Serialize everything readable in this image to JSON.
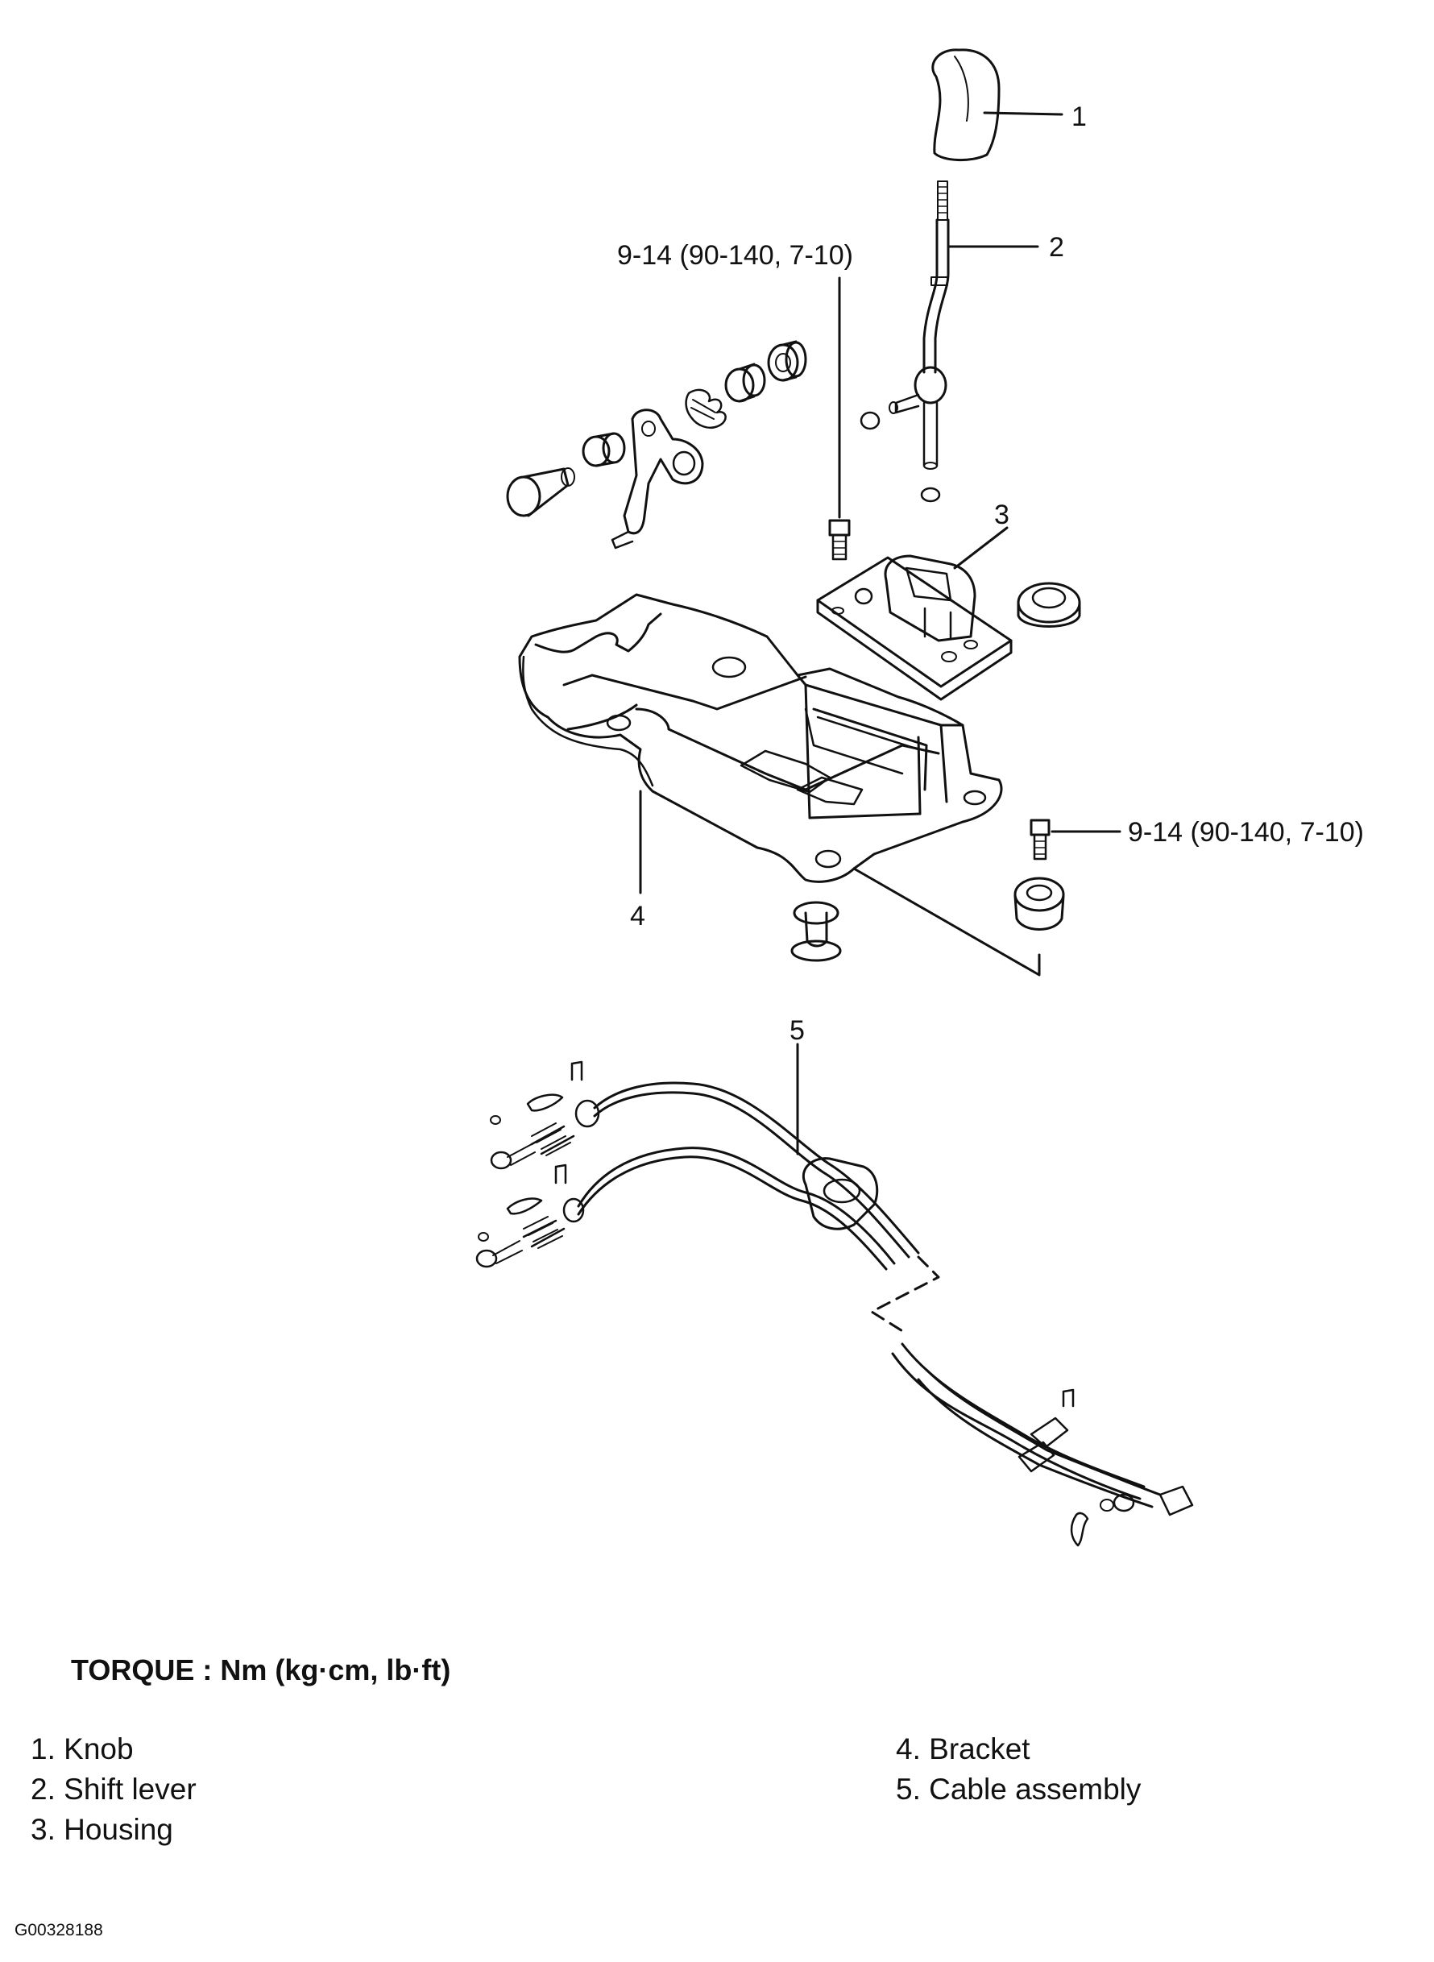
{
  "callouts": {
    "c1": "1",
    "c2": "2",
    "c3": "3",
    "c4": "4",
    "c5": "5",
    "torque_upper": "9-14 (90-140, 7-10)",
    "torque_lower": "9-14 (90-140, 7-10)"
  },
  "torque_note": "TORQUE : Nm (kg·cm, lb·ft)",
  "legend": {
    "left": [
      "1. Knob",
      "2. Shift lever",
      "3. Housing"
    ],
    "right": [
      "4. Bracket",
      "5. Cable assembly"
    ]
  },
  "figure_id": "G00328188"
}
